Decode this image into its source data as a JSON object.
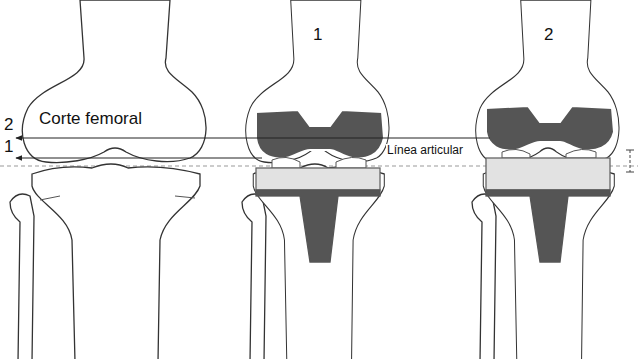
{
  "diagram": {
    "labels": [
      "Corte femoral",
      "2",
      "1",
      "1",
      "2",
      "Línea articular"
    ]
  }
}
